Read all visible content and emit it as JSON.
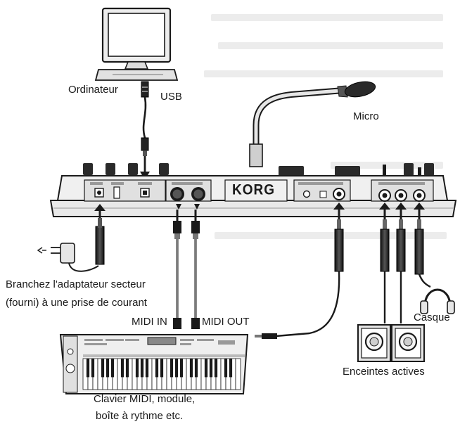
{
  "labels": {
    "computer": "Ordinateur",
    "usb": "USB",
    "mic": "Micro",
    "adapter_line1": "Branchez l'adaptateur secteur",
    "adapter_line2": "(fourni) à une prise de courant",
    "midi_in": "MIDI IN",
    "midi_out": "MIDI OUT",
    "headphones": "Casque",
    "speakers": "Enceintes actives",
    "keyboard_line1": "Clavier MIDI, module,",
    "keyboard_line2": "boîte à rythme etc.",
    "brand": "KORG"
  },
  "colors": {
    "ink": "#1a1a1a",
    "device_body": "#f2f2f2",
    "panel": "#e6e6e6",
    "knob": "#2a2a2a",
    "background_text": "#ececec"
  }
}
